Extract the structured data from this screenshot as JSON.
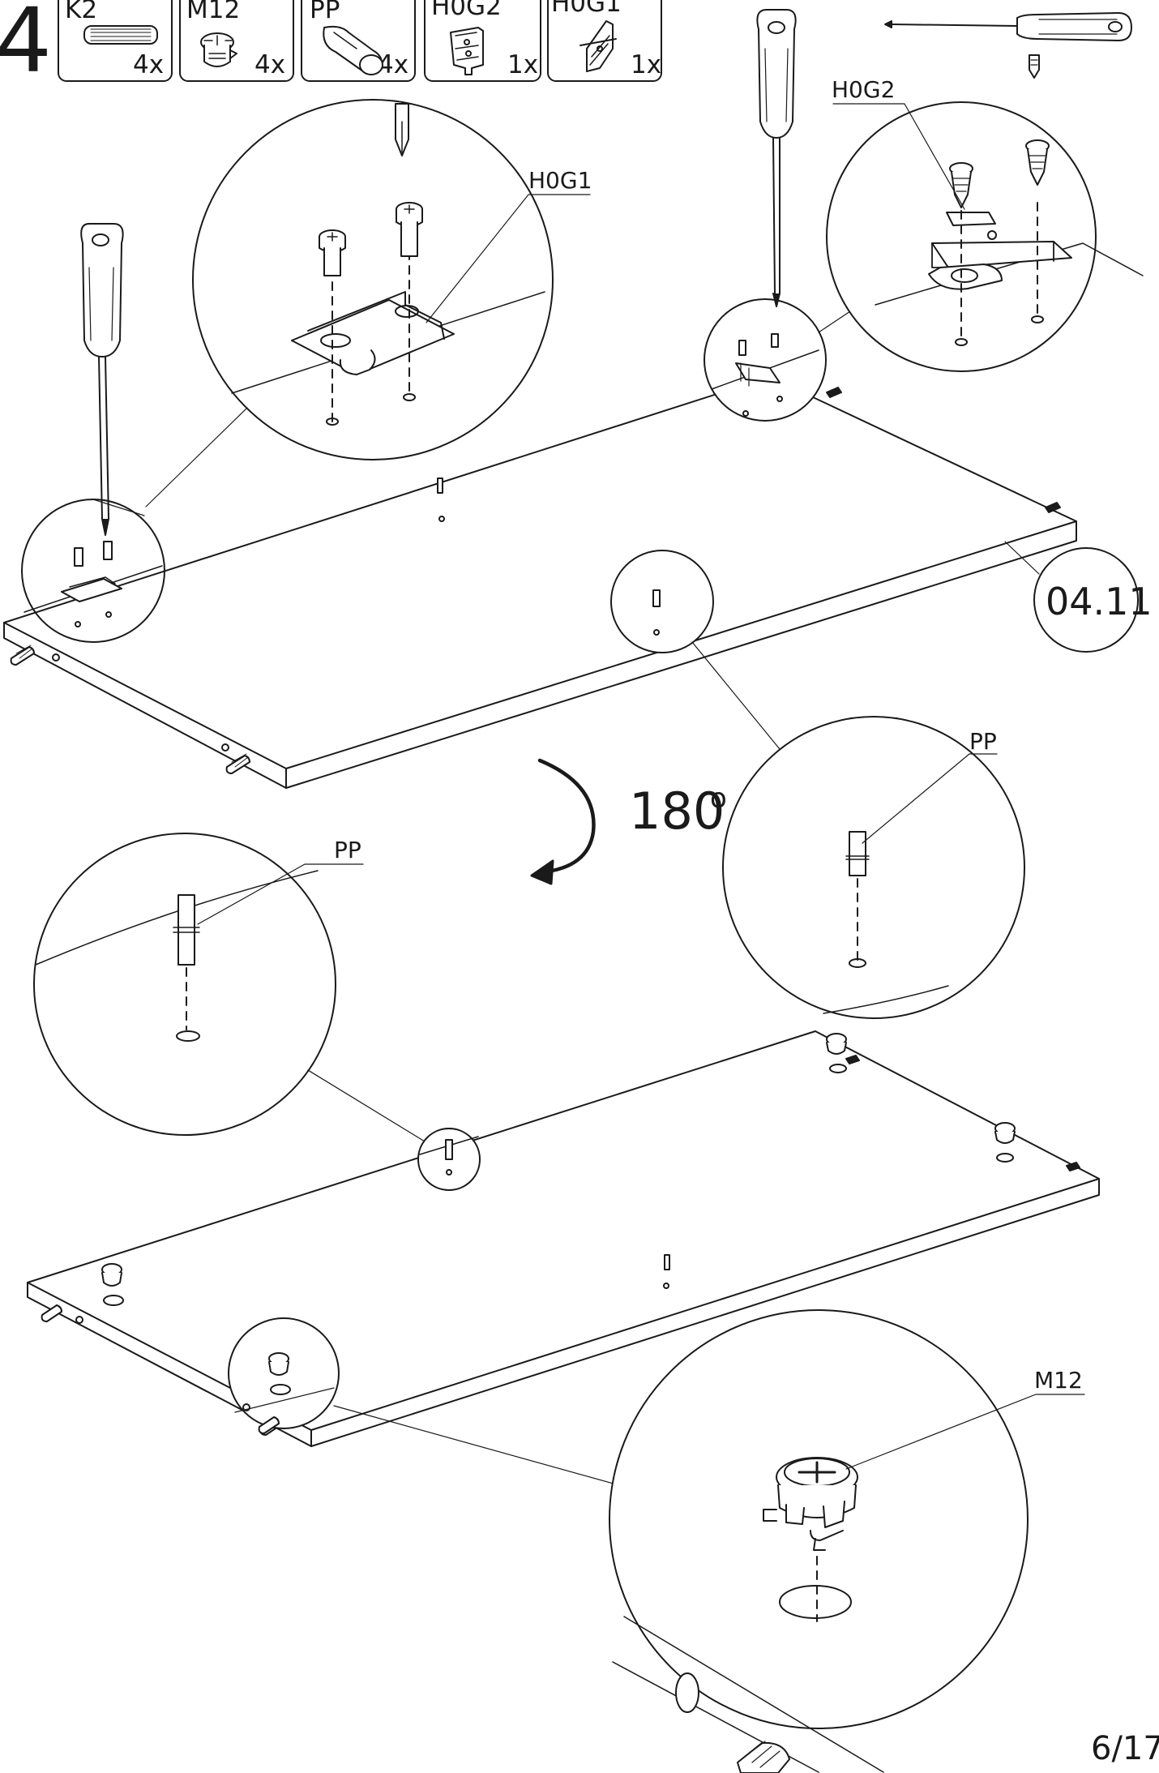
{
  "step_number": "4",
  "hardware": [
    {
      "code": "K2",
      "qty": "4x",
      "icon": "dowel-icon"
    },
    {
      "code": "M12",
      "qty": "4x",
      "icon": "cam-lock-icon"
    },
    {
      "code": "PP",
      "qty": "4x",
      "icon": "cam-pin-icon"
    },
    {
      "code": "H0G2",
      "qty": "1x",
      "icon": "hanger-bracket-icon"
    },
    {
      "code": "H0G1",
      "qty": "1x",
      "icon": "hanger-bracket-icon"
    }
  ],
  "callouts": {
    "h0g1": "H0G1",
    "h0g2": "H0G2",
    "pp_top": "PP",
    "pp_left": "PP",
    "m12": "M12"
  },
  "panel_code": "04.11",
  "rotation": "180",
  "rotation_unit": "o",
  "page_number": "6/17"
}
